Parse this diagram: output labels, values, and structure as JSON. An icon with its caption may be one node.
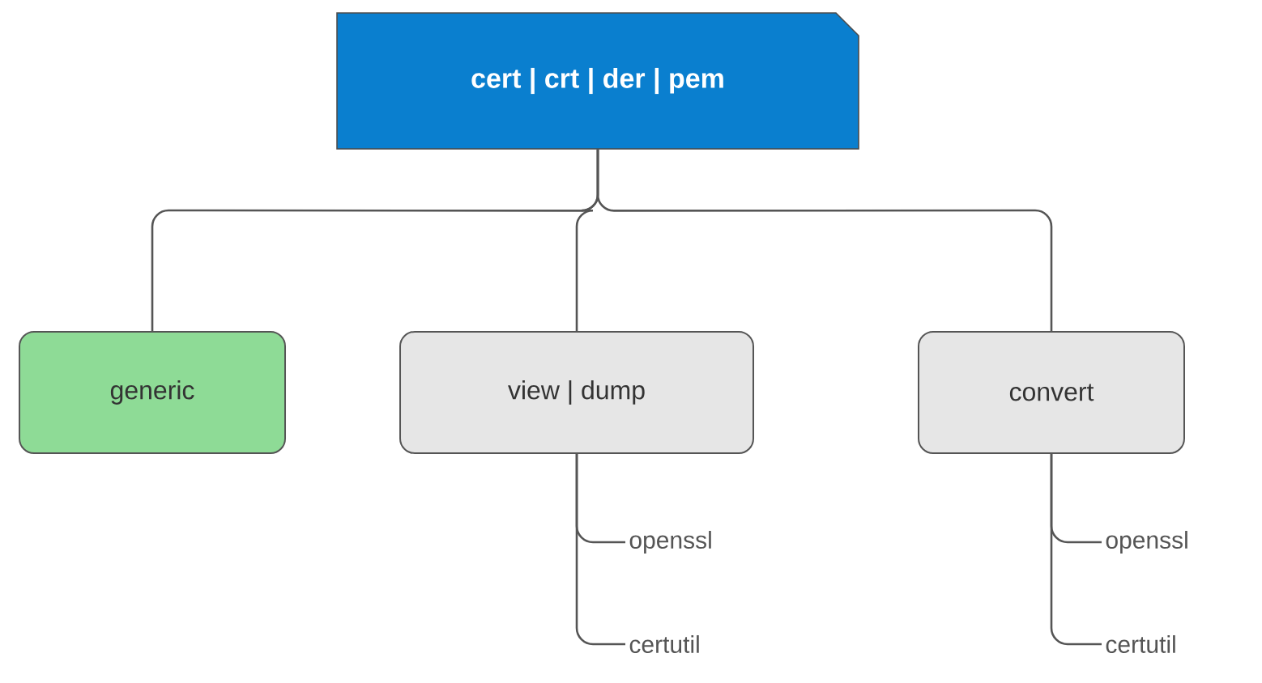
{
  "diagram": {
    "nodes": [
      {
        "text": [
          "cert | crt | der | pem"
        ]
      },
      {
        "text": [
          "generic"
        ]
      },
      {
        "text": [
          "view | dump"
        ]
      },
      {
        "text": [
          "convert"
        ]
      },
      {
        "text": [
          "openssl"
        ]
      },
      {
        "text": [
          "certutil"
        ]
      },
      {
        "text": [
          "openssl"
        ]
      },
      {
        "text": [
          "certutil"
        ]
      }
    ],
    "edges": [
      {
        "from": 0,
        "to": 1,
        "arrow": "none"
      },
      {
        "from": 0,
        "to": 2,
        "arrow": "none"
      },
      {
        "from": 0,
        "to": 3,
        "arrow": "none"
      },
      {
        "from": 2,
        "to": 4,
        "arrow": "none"
      },
      {
        "from": 2,
        "to": 5,
        "arrow": "none"
      },
      {
        "from": 3,
        "to": 6,
        "arrow": "none"
      },
      {
        "from": 3,
        "to": 7,
        "arrow": "none"
      }
    ]
  }
}
